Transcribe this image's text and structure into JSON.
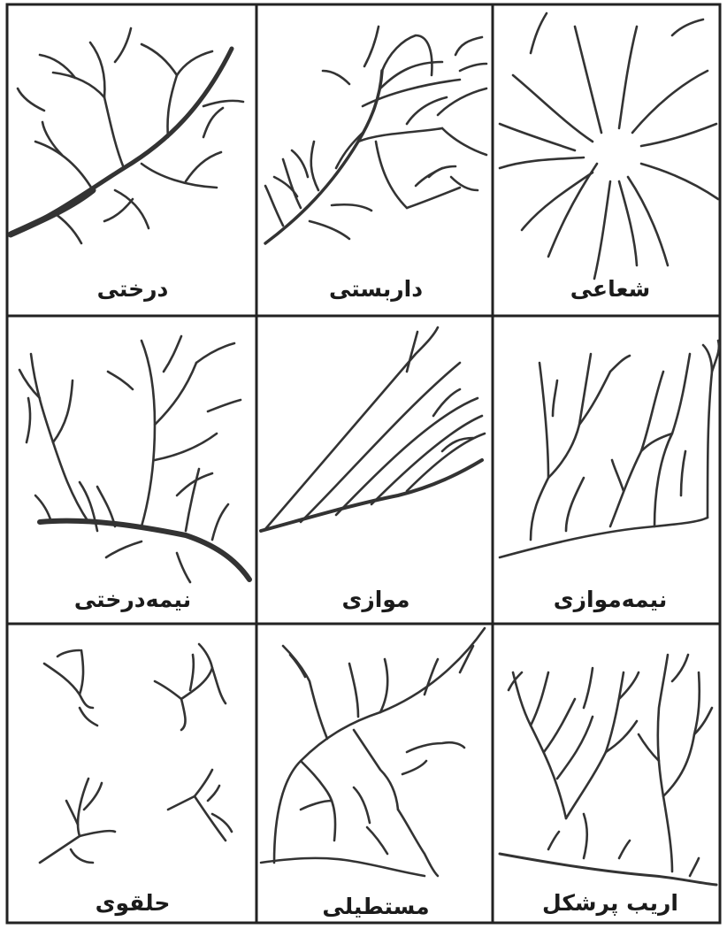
{
  "panels": [
    {
      "id": "dendritic",
      "label": "درختی"
    },
    {
      "id": "trellis",
      "label": "داربستی"
    },
    {
      "id": "radial",
      "label": "شعاعی"
    },
    {
      "id": "sub-dendritic",
      "label": "نیمه‌درختی"
    },
    {
      "id": "parallel",
      "label": "موازی"
    },
    {
      "id": "sub-parallel",
      "label": "نیمه‌موازی"
    },
    {
      "id": "annular",
      "label": "حلقوی"
    },
    {
      "id": "rectangular",
      "label": "مستطیلی"
    },
    {
      "id": "pinnate",
      "label": "اریب پرشکل"
    }
  ]
}
